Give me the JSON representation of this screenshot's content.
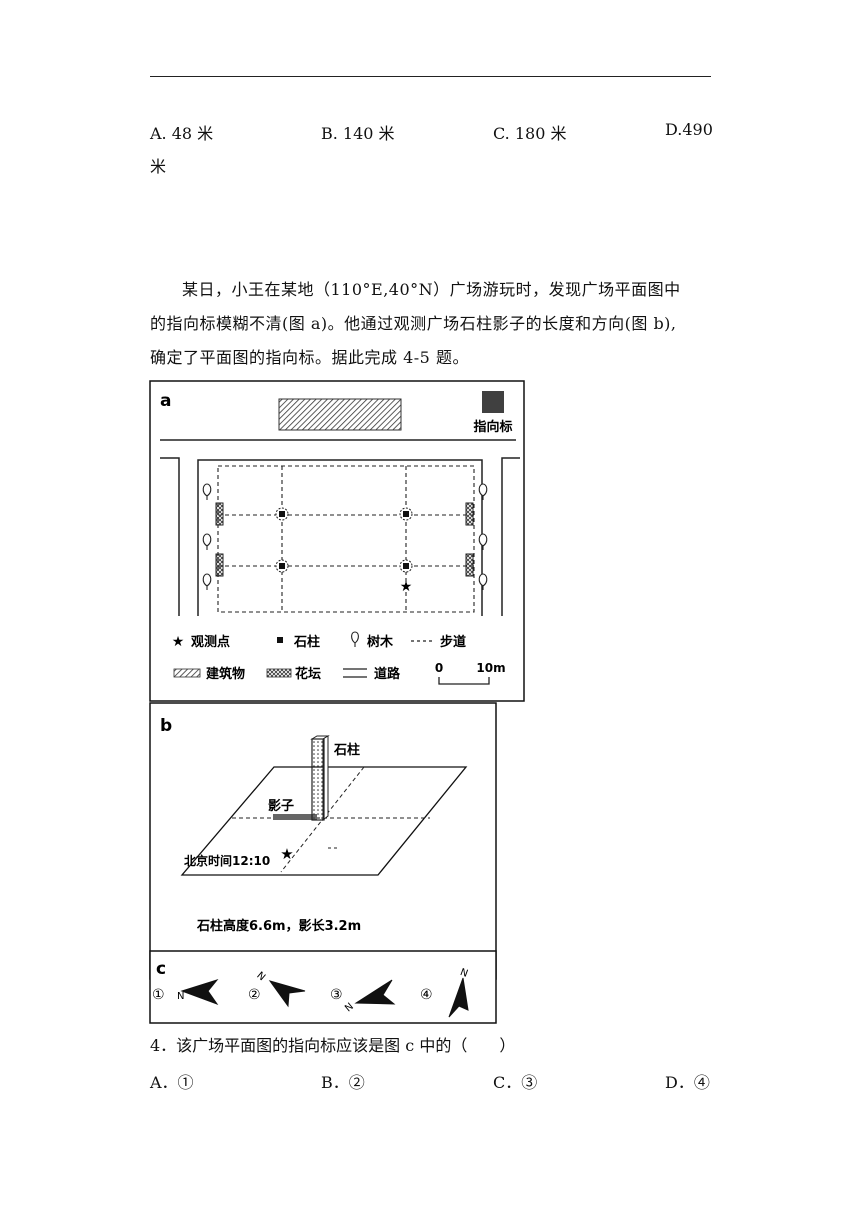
{
  "prev_options": {
    "a": "A. 48 米",
    "b": "B. 140 米",
    "c": "C. 180 米",
    "d_1": "D.490",
    "d_2": "米"
  },
  "passage": {
    "line1": "某日，小王在某地（110°E,40°N）广场游玩时，发现广场平面图中",
    "line2": "的指向标模糊不清(图 a)。他通过观测广场石柱影子的长度和方向(图 b),",
    "line3": "确定了平面图的指向标。据此完成 4-5 题。"
  },
  "figure_a": {
    "panel_label": "a",
    "compass_label": "指向标",
    "legend": {
      "observation": "观测点",
      "pillar": "石柱",
      "tree": "树木",
      "walkway": "步道",
      "building": "建筑物",
      "flowerbed": "花坛",
      "road": "道路",
      "scale_zero": "0",
      "scale_end": "10m"
    }
  },
  "figure_b": {
    "panel_label": "b",
    "pillar_label": "石柱",
    "shadow_label": "影子",
    "time_label": "北京时间12:10",
    "caption": "石柱高度6.6m，影长3.2m"
  },
  "figure_c": {
    "panel_label": "c",
    "opt1": "①",
    "opt2": "②",
    "opt3": "③",
    "opt4": "④",
    "n": "N"
  },
  "question4": {
    "stem": "4．该广场平面图的指向标应该是图 c 中的（　　）",
    "a": "A．①",
    "b": "B．②",
    "c": "C．③",
    "d": "D．④"
  }
}
